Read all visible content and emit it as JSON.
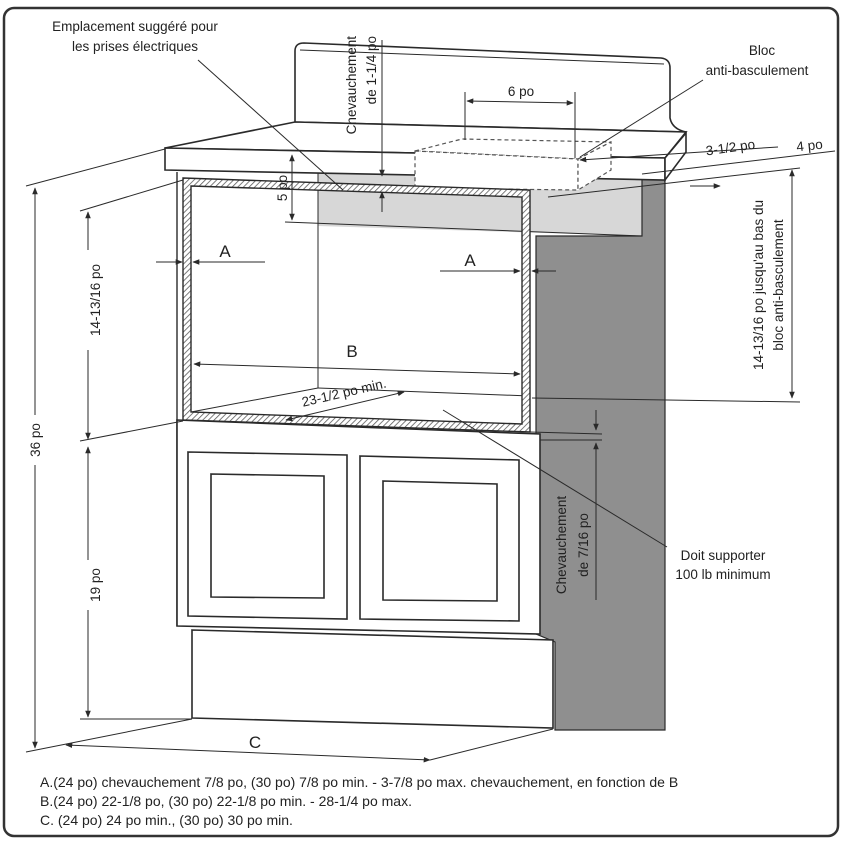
{
  "colors": {
    "line": "#2a2a2a",
    "side_panel": "#8f8f8f",
    "shade": "#d7d7d7",
    "hatch": "#5a5a5a"
  },
  "labels": {
    "outlet_location": {
      "line1": "Emplacement suggéré pour",
      "line2": "les prises électriques"
    },
    "top_overlap": {
      "line1": "Chevauchement",
      "line2": "de 1-1/4 po"
    },
    "anti_tip_block": {
      "line1": "Bloc",
      "line2": "anti-basculement"
    },
    "block_width": "6 po",
    "block_depth": "3-1/2 po",
    "block_offset": "4 po",
    "shade_height": "5 po",
    "block_height": {
      "line1": "14-13/16 po jusqu'au bas du",
      "line2": "bloc anti-basculement"
    },
    "overlap_left": "A",
    "overlap_right": "A",
    "opening_height": "14-13/16 po",
    "opening_width": "B",
    "opening_depth": "23-1/2 po min.",
    "total_height": "36 po",
    "base_height": "19 po",
    "bottom_overlap": {
      "line1": "Chevauchement",
      "line2": "de 7/16 po"
    },
    "support": {
      "line1": "Doit supporter",
      "line2": "100 lb minimum"
    },
    "cabinet_width": "C"
  },
  "notes": [
    "A.(24 po) chevauchement 7/8 po, (30 po) 7/8 po min. - 3-7/8 po max. chevauchement, en fonction de B",
    "B.(24 po) 22-1/8 po, (30 po) 22-1/8 po min. - 28-1/4 po max.",
    "C. (24 po) 24 po min., (30 po) 30 po min."
  ]
}
